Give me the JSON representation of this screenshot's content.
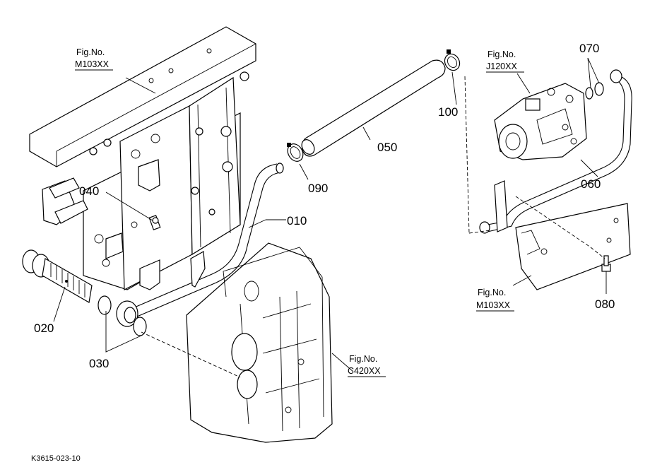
{
  "diagram": {
    "part_labels": {
      "p010": "010",
      "p020": "020",
      "p030": "030",
      "p040": "040",
      "p050": "050",
      "p060": "060",
      "p070": "070",
      "p080": "080",
      "p090": "090",
      "p100": "100"
    },
    "figure_refs": {
      "frame_top": {
        "line1": "Fig.No.",
        "line2": "M103XX"
      },
      "pump": {
        "line1": "Fig.No.",
        "line2": "J120XX"
      },
      "bracket_right": {
        "line1": "Fig.No.",
        "line2": "M103XX"
      },
      "transmission": {
        "line1": "Fig.No.",
        "line2": "C420XX"
      }
    },
    "drawing_code": "K3615-023-10"
  }
}
